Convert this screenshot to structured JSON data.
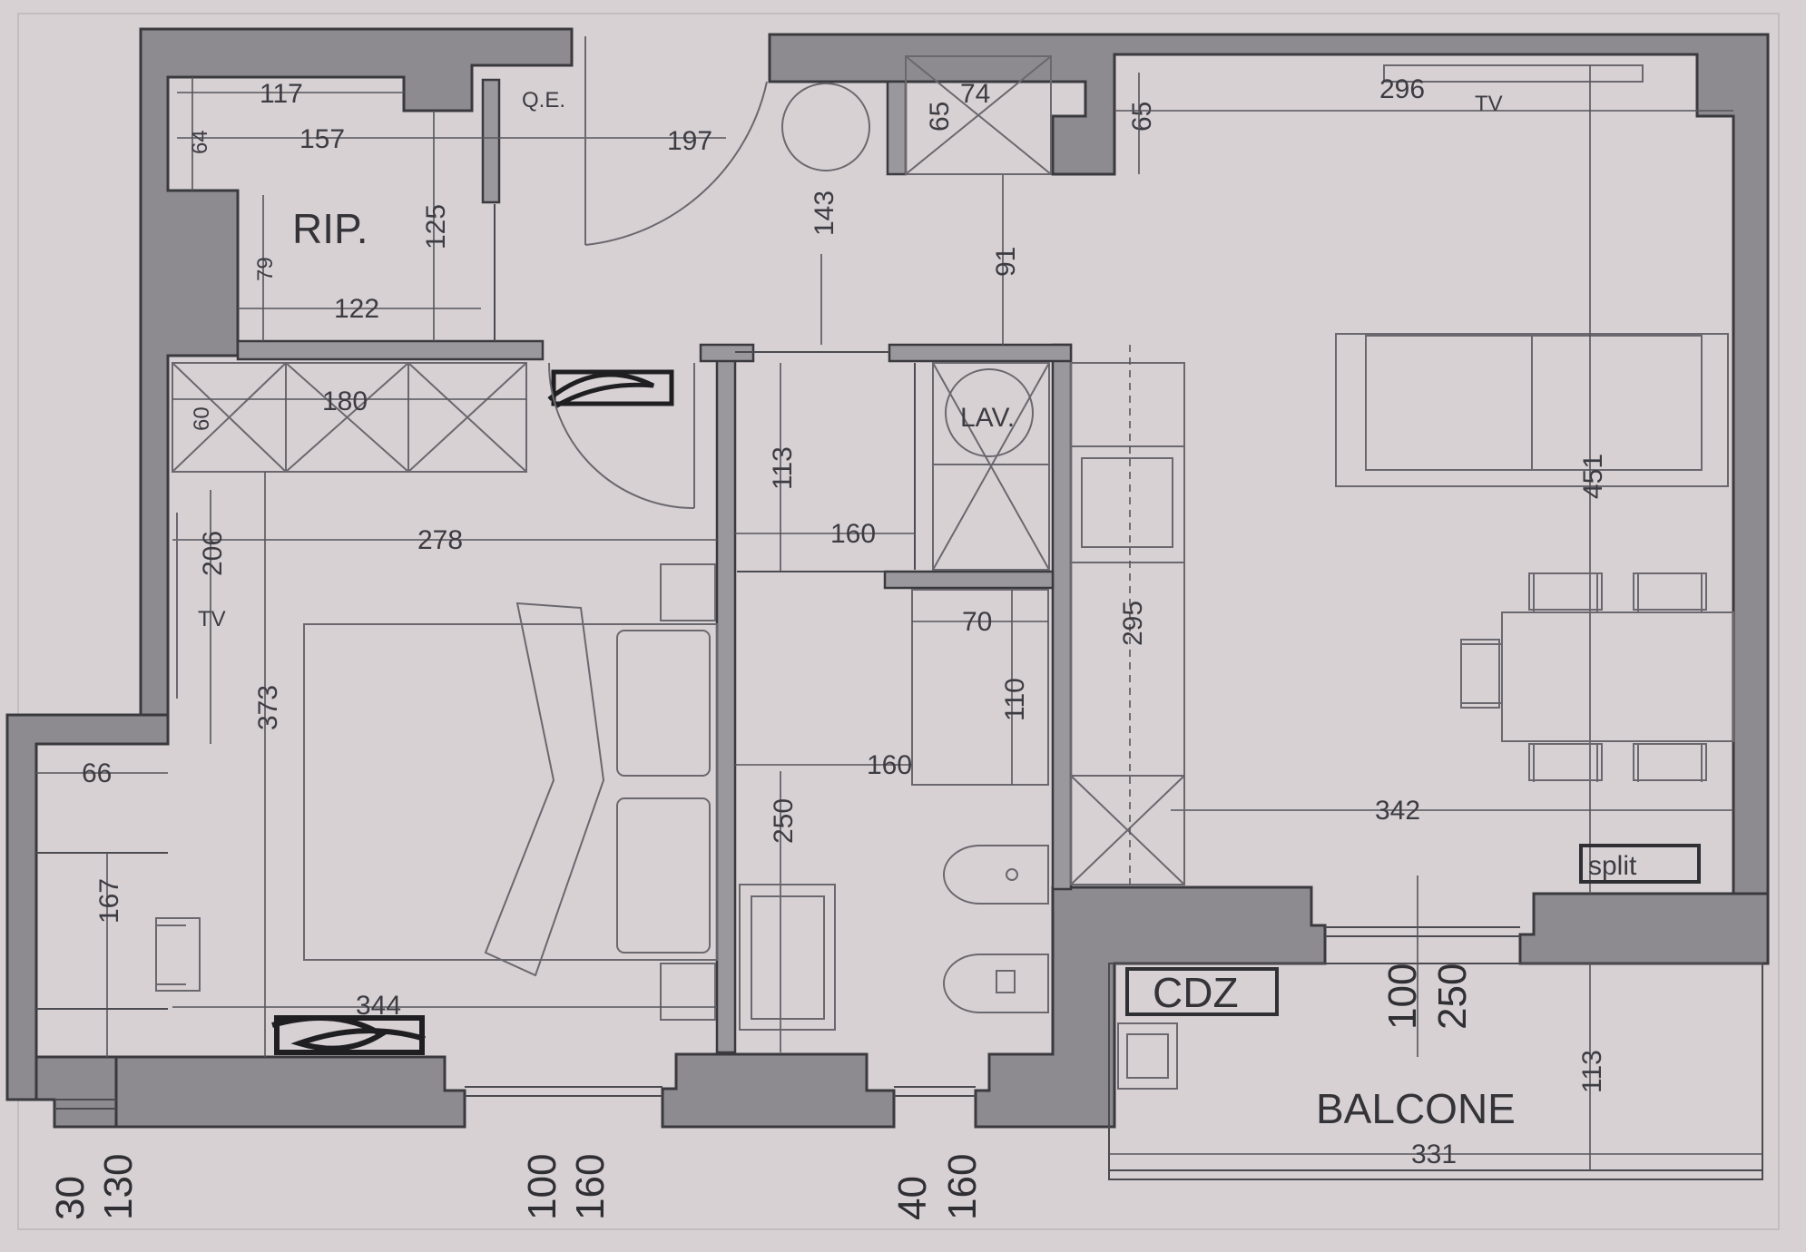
{
  "rooms": {
    "storage": "RIP.",
    "laundry": "LAV.",
    "balcony": "BALCONE"
  },
  "labels": {
    "electrical_panel": "Q.E.",
    "tv_living": "TV",
    "tv_bedroom": "TV",
    "split_living": "split",
    "ac_unit": "CDZ"
  },
  "dimensions": {
    "rip_117": "117",
    "rip_157": "157",
    "rip_64": "64",
    "rip_125": "125",
    "rip_79": "79",
    "rip_122": "122",
    "entry_197": "197",
    "hall_143": "143",
    "hall_91": "91",
    "closet_65a": "65",
    "closet_74": "74",
    "closet_65b": "65",
    "living_296": "296",
    "wardrobe_180": "180",
    "wardrobe_60": "60",
    "bed_278": "278",
    "bed_206": "206",
    "bed_373": "373",
    "bed_344": "344",
    "corr_113": "113",
    "corr_160a": "160",
    "bath_70": "70",
    "bath_110": "110",
    "bath_160b": "160",
    "bath_250": "250",
    "kitchen_295": "295",
    "living_451": "451",
    "living_342": "342",
    "balc_113": "113",
    "balc_331": "331",
    "left_66": "66",
    "left_167": "167"
  },
  "windows": {
    "w1_top": "30",
    "w1_bottom": "130",
    "w2_top": "100",
    "w2_bottom": "160",
    "w3_top": "40",
    "w3_bottom": "160",
    "w4_top": "100",
    "w4_bottom": "250"
  },
  "colors": {
    "paper": "#d8d1d4",
    "wall": "#8d8b8f",
    "ink": "#3c3c42"
  }
}
